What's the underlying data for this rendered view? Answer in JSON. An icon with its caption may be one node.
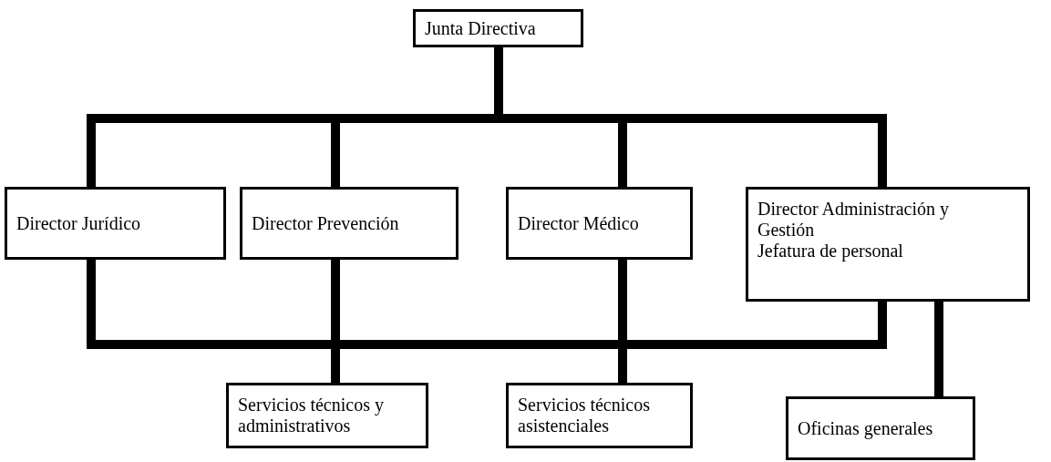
{
  "diagram": {
    "nodes": [
      {
        "text": [
          "Junta Directiva"
        ]
      },
      {
        "text": [
          "Director Jurídico"
        ]
      },
      {
        "text": [
          "Director Prevención"
        ]
      },
      {
        "text": [
          "Director Médico"
        ]
      },
      {
        "text": [
          "Director Administración y Gestión",
          "Jefatura de personal"
        ]
      },
      {
        "text": [
          "Servicios técnicos y administrativos"
        ]
      },
      {
        "text": [
          "Servicios técnicos asistenciales"
        ]
      },
      {
        "text": [
          "Oficinas generales"
        ]
      }
    ],
    "edges": [
      {
        "from": 0,
        "to": 1,
        "arrow": "none"
      },
      {
        "from": 0,
        "to": 2,
        "arrow": "none"
      },
      {
        "from": 0,
        "to": 3,
        "arrow": "none"
      },
      {
        "from": 0,
        "to": 4,
        "arrow": "none"
      },
      {
        "from": 1,
        "to": 5,
        "arrow": "none"
      },
      {
        "from": 2,
        "to": 5,
        "arrow": "none"
      },
      {
        "from": 3,
        "to": 5,
        "arrow": "none"
      },
      {
        "from": 4,
        "to": 5,
        "arrow": "none"
      },
      {
        "from": 1,
        "to": 6,
        "arrow": "none"
      },
      {
        "from": 2,
        "to": 6,
        "arrow": "none"
      },
      {
        "from": 3,
        "to": 6,
        "arrow": "none"
      },
      {
        "from": 4,
        "to": 6,
        "arrow": "none"
      },
      {
        "from": 4,
        "to": 7,
        "arrow": "none"
      }
    ]
  }
}
